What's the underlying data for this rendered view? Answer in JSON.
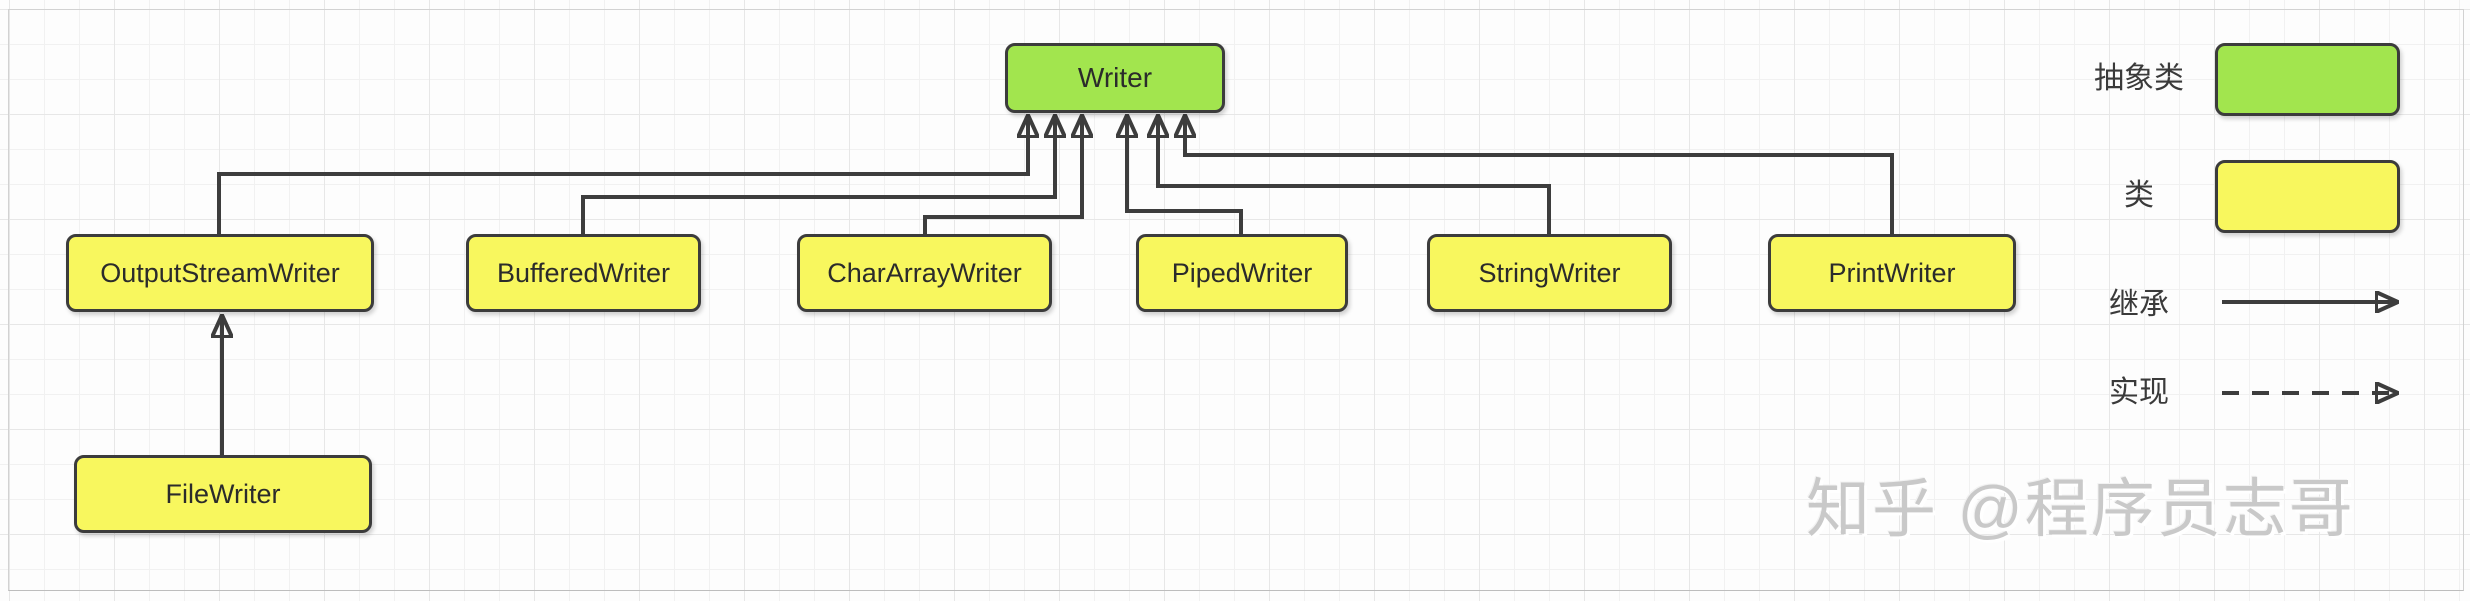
{
  "diagram": {
    "description": "Java Writer class hierarchy",
    "nodes": {
      "writer": {
        "label": "Writer",
        "type": "abstract"
      },
      "outputStreamWriter": {
        "label": "OutputStreamWriter",
        "type": "class"
      },
      "bufferedWriter": {
        "label": "BufferedWriter",
        "type": "class"
      },
      "charArrayWriter": {
        "label": "CharArrayWriter",
        "type": "class"
      },
      "pipedWriter": {
        "label": "PipedWriter",
        "type": "class"
      },
      "stringWriter": {
        "label": "StringWriter",
        "type": "class"
      },
      "printWriter": {
        "label": "PrintWriter",
        "type": "class"
      },
      "fileWriter": {
        "label": "FileWriter",
        "type": "class"
      }
    },
    "edges": [
      {
        "from": "OutputStreamWriter",
        "to": "Writer",
        "relation": "继承"
      },
      {
        "from": "BufferedWriter",
        "to": "Writer",
        "relation": "继承"
      },
      {
        "from": "CharArrayWriter",
        "to": "Writer",
        "relation": "继承"
      },
      {
        "from": "PipedWriter",
        "to": "Writer",
        "relation": "继承"
      },
      {
        "from": "StringWriter",
        "to": "Writer",
        "relation": "继承"
      },
      {
        "from": "PrintWriter",
        "to": "Writer",
        "relation": "继承"
      },
      {
        "from": "FileWriter",
        "to": "OutputStreamWriter",
        "relation": "继承"
      }
    ],
    "legend": {
      "abstract_label": "抽象类",
      "class_label": "类",
      "inherit_label": "继承",
      "implement_label": "实现"
    },
    "watermark": {
      "text": "知乎 @程序员志哥"
    }
  },
  "colors": {
    "abstract_fill": "#a2e54e",
    "class_fill": "#f8f75e",
    "border": "#3c3c3c",
    "edge": "#3d3d3d",
    "text": "#2b2b2b",
    "watermark": "#c9c9c9"
  }
}
